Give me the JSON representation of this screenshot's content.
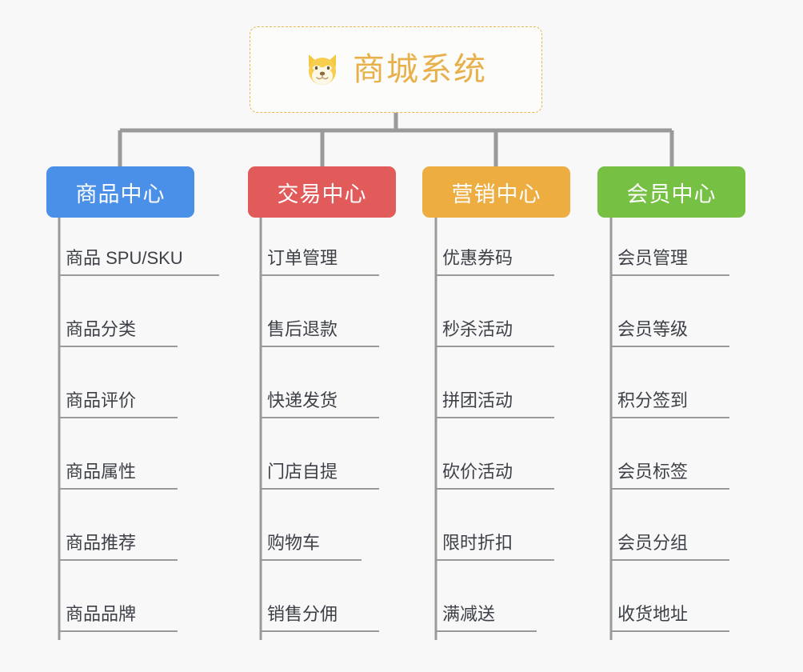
{
  "background_color": "#f8f8f8",
  "root": {
    "title": "商城系统",
    "icon": "dog-face-icon",
    "title_color": "#e8b04b",
    "border_color": "#e9b64d"
  },
  "line_color": "#9a9a9a",
  "columns": [
    {
      "id": "product-center",
      "label": "商品中心",
      "color": "#4a90e8",
      "items": [
        "商品 SPU/SKU",
        "商品分类",
        "商品评价",
        "商品属性",
        "商品推荐",
        "商品品牌"
      ]
    },
    {
      "id": "trade-center",
      "label": "交易中心",
      "color": "#e15b5b",
      "items": [
        "订单管理",
        "售后退款",
        "快递发货",
        "门店自提",
        "购物车",
        "销售分佣"
      ]
    },
    {
      "id": "marketing-center",
      "label": "营销中心",
      "color": "#eead41",
      "items": [
        "优惠券码",
        "秒杀活动",
        "拼团活动",
        "砍价活动",
        "限时折扣",
        "满减送"
      ]
    },
    {
      "id": "member-center",
      "label": "会员中心",
      "color": "#76c043",
      "items": [
        "会员管理",
        "会员等级",
        "积分签到",
        "会员标签",
        "会员分组",
        "收货地址"
      ]
    }
  ]
}
